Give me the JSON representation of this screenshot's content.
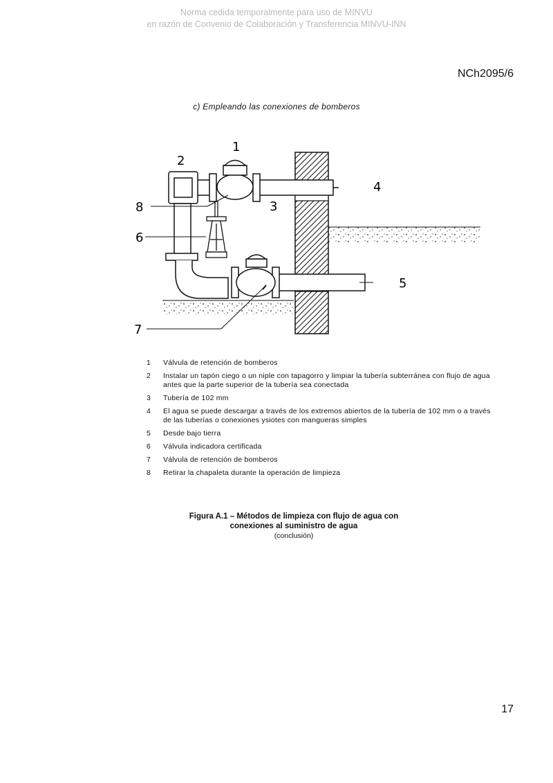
{
  "watermark": {
    "line1": "Norma cedida temporalmente para uso de MINVU",
    "line2": "en razón de Convenio de Colaboración y Transferencia MINVU-INN"
  },
  "doc_ref": "NCh2095/6",
  "subtitle": "c) Empleando las conexiones de bomberos",
  "figure": {
    "callouts": [
      "1",
      "2",
      "3",
      "4",
      "5",
      "6",
      "7",
      "8"
    ]
  },
  "legend": [
    {
      "num": "1",
      "text": "Válvula de retención de bomberos"
    },
    {
      "num": "2",
      "text": "Instalar un tapón ciego o un niple con tapagorro y limpiar la tubería subterránea con flujo de agua antes que la parte superior de la tubería sea conectada"
    },
    {
      "num": "3",
      "text": "Tubería de 102 mm"
    },
    {
      "num": "4",
      "text": "El agua se puede descargar a través de los extremos abiertos de la tubería de 102 mm o a través de las tuberías o conexiones ysiotes con mangueras simples"
    },
    {
      "num": "5",
      "text": "Desde bajo tierra"
    },
    {
      "num": "6",
      "text": "Válvula indicadora certificada"
    },
    {
      "num": "7",
      "text": "Válvula de retención de bomberos"
    },
    {
      "num": "8",
      "text": "Retirar la chapaleta durante la operación de limpieza"
    }
  ],
  "caption": {
    "line1": "Figura A.1 – Métodos de limpieza con flujo de agua con",
    "line2": "conexiones al suministro de agua",
    "line3": "(conclusión)"
  },
  "page_number": "17"
}
